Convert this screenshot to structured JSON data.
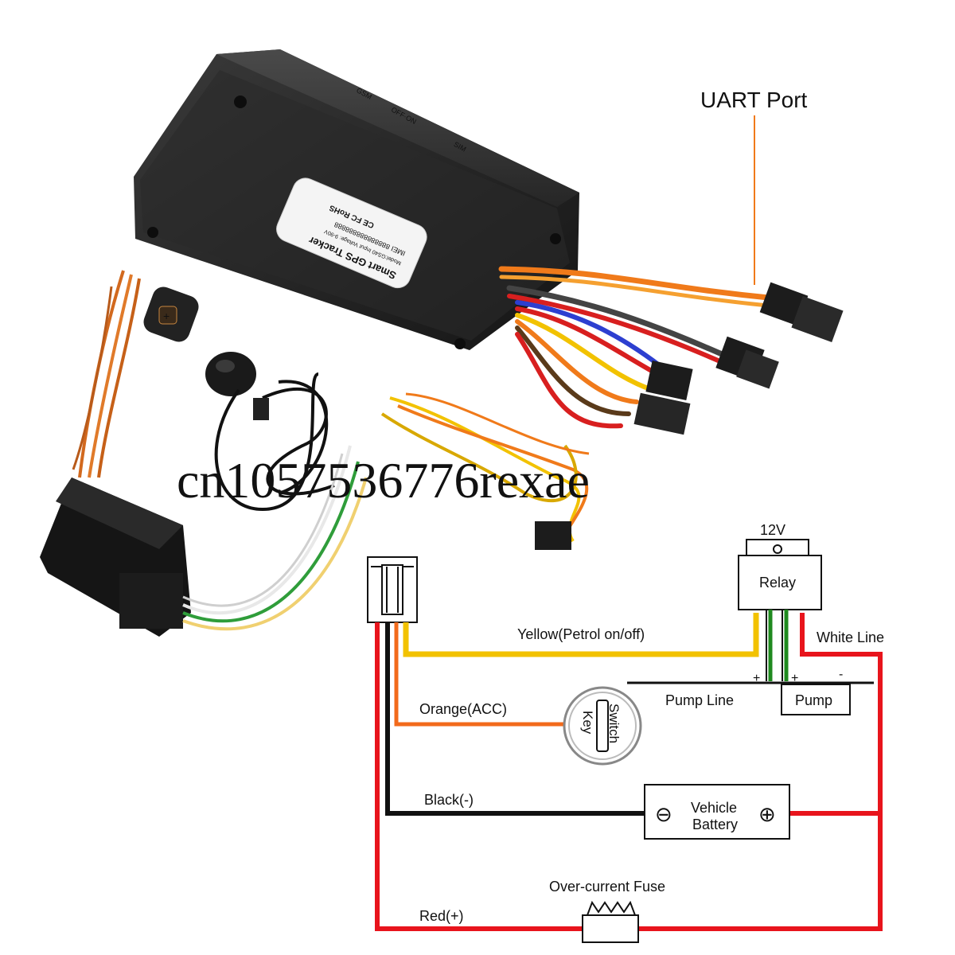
{
  "device": {
    "label_title": "Smart GPS Tracker",
    "label_model": "Model:GS40  Input Voltage: 9-90V",
    "label_imei": "IMEI 888888888888888",
    "label_cert": "CE FC RoHS",
    "panel_gsm": "GSM",
    "panel_onoff": "OFF·ON",
    "panel_sim": "SIM"
  },
  "callout": {
    "uart_port": "UART Port"
  },
  "watermark": "cn1057536776rexae",
  "wiring": {
    "relay_voltage": "12V",
    "relay_label": "Relay",
    "yellow_line": "Yellow(Petrol on/off)",
    "white_line": "White Line",
    "pump_line": "Pump Line",
    "pump_label": "Pump",
    "plus_sign": "+",
    "minus_sign": "-",
    "orange_line": "Orange(ACC)",
    "key_switch_key": "Key",
    "key_switch_switch": "Switch",
    "black_line": "Black(-)",
    "battery_line1": "Vehicle",
    "battery_line2": "Battery",
    "battery_minus": "⊖",
    "battery_plus": "⊕",
    "fuse_label": "Over-current Fuse",
    "red_line": "Red(+)"
  },
  "colors": {
    "yellow_wire": "#f2c200",
    "orange_wire": "#f26a1b",
    "black_wire": "#111111",
    "red_wire": "#e8141c",
    "green_wire": "#1f8a1f",
    "uart_text": "#4a5aa8"
  }
}
